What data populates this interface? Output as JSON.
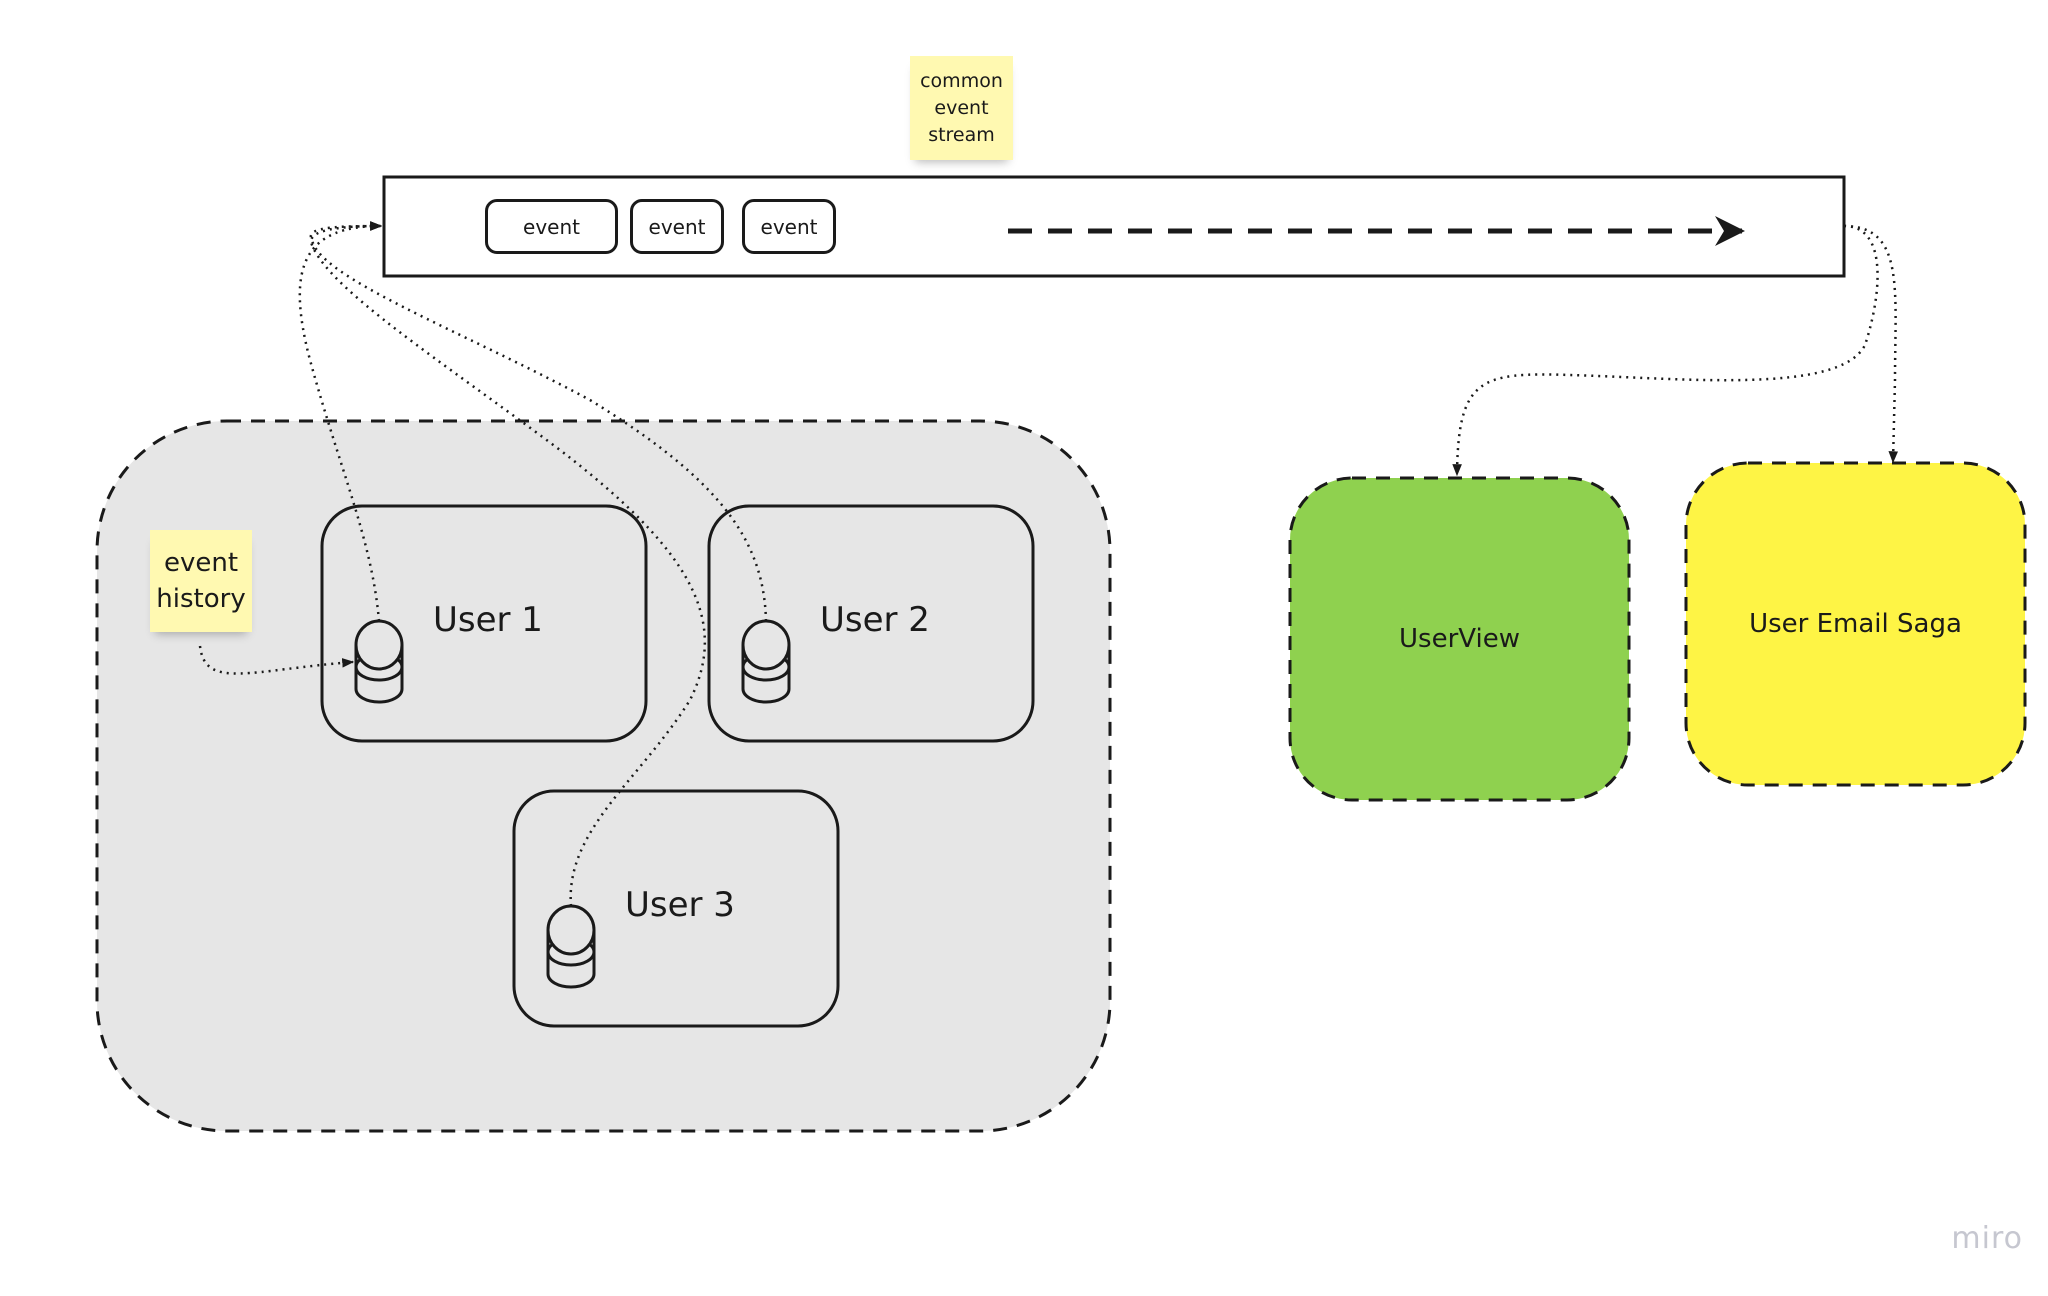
{
  "stream": {
    "note": "common\nevent\nstream",
    "events": [
      {
        "label": "event"
      },
      {
        "label": "event"
      },
      {
        "label": "event"
      }
    ]
  },
  "users_group": {
    "note": "event\nhistory",
    "users": [
      {
        "label": "User 1"
      },
      {
        "label": "User 2"
      },
      {
        "label": "User 3"
      }
    ]
  },
  "consumers": {
    "userview": {
      "label": "UserView",
      "color": "#8fd14f"
    },
    "saga": {
      "label": "User Email Saga",
      "color": "#fef445"
    }
  },
  "watermark": "miro",
  "colors": {
    "group_fill": "#e6e6e6",
    "sticky": "#fff9b1",
    "stroke": "#1a1a1a"
  }
}
